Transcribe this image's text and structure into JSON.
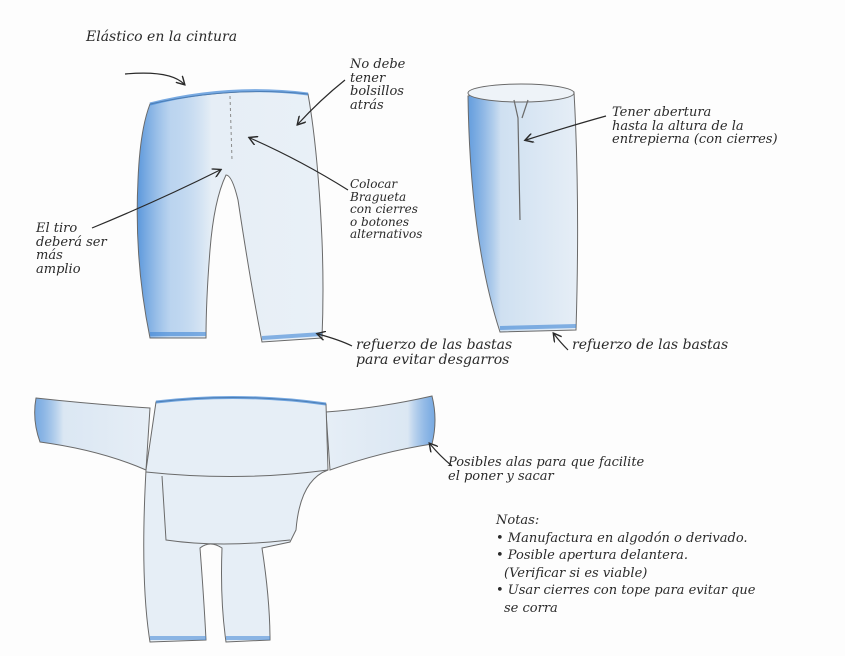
{
  "colors": {
    "paper": "#fdfdfd",
    "fabric": "#e6eef6",
    "blue_shade": "#3f86d6",
    "ink": "#2a2a2a"
  },
  "labels": {
    "elastic": "Elástico en la cintura",
    "no_pockets": [
      "No debe",
      "tener",
      "bolsillos",
      "atrás"
    ],
    "opening": [
      "Tener abertura",
      "hasta la altura de la",
      "entrepierna (con cierres)"
    ],
    "zipper": [
      "Colocar",
      "Bragueta",
      "con cierres",
      "o botones",
      "alternativos"
    ],
    "crotch": [
      "El tiro",
      "deberá ser",
      "más",
      "amplio"
    ],
    "hem_front": [
      "refuerzo de las bastas",
      "para evitar desgarros"
    ],
    "hem_side": "refuerzo de las bastas",
    "wings": [
      "Posibles alas para que facilite",
      "el poner y sacar"
    ]
  },
  "notes": {
    "title": "Notas:",
    "items": [
      "• Manufactura en algodón o derivado.",
      "• Posible apertura delantera.",
      "(Verificar si es viable)",
      "• Usar cierres con tope para evitar que",
      "se corra"
    ]
  }
}
